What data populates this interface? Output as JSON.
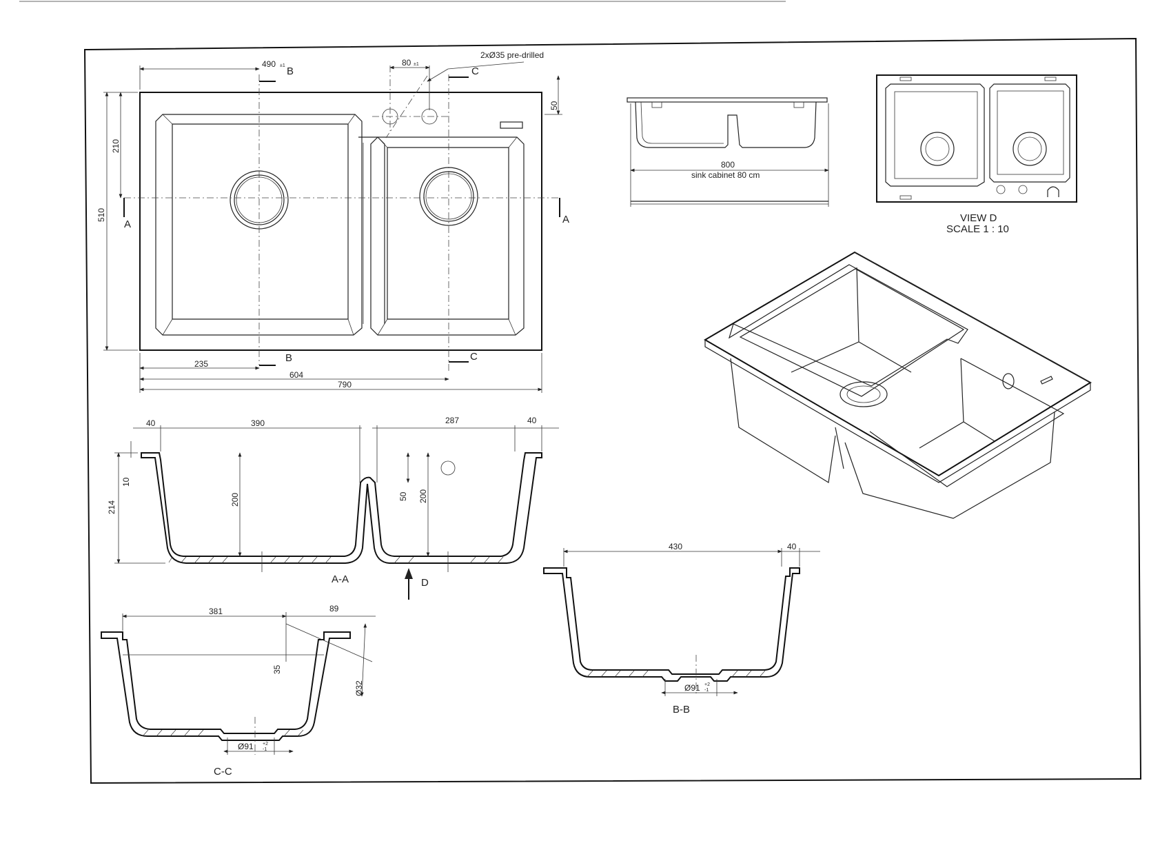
{
  "plan": {
    "dim_490": "490",
    "dim_80": "80",
    "tol": "±1",
    "pre_drilled": "2xØ35 pre-drilled",
    "dim_50": "50",
    "dim_210": "210",
    "dim_510": "510",
    "dim_235": "235",
    "dim_604": "604",
    "dim_790": "790",
    "sec_a": "A",
    "sec_b": "B",
    "sec_c": "C"
  },
  "front_view": {
    "dim_800": "800",
    "cabinet": "sink cabinet 80 cm"
  },
  "view_d": {
    "title": "VIEW D",
    "scale": "SCALE 1 : 10"
  },
  "section_aa": {
    "dim_40a": "40",
    "dim_390": "390",
    "dim_287": "287",
    "dim_40b": "40",
    "dim_10": "10",
    "dim_214": "214",
    "dim_200a": "200",
    "dim_50": "50",
    "dim_200b": "200",
    "label": "A-A",
    "arrow_d": "D"
  },
  "section_bb": {
    "dim_430": "430",
    "dim_40": "40",
    "dim_drain": "Ø91",
    "drain_tol_plus": "+2",
    "drain_tol_minus": "-1",
    "label": "B-B"
  },
  "section_cc": {
    "dim_381": "381",
    "dim_89": "89",
    "dim_35": "35",
    "dim_32": "Ø32",
    "dim_drain": "Ø91",
    "drain_tol_plus": "+2",
    "drain_tol_minus": "-1",
    "label": "C-C"
  }
}
